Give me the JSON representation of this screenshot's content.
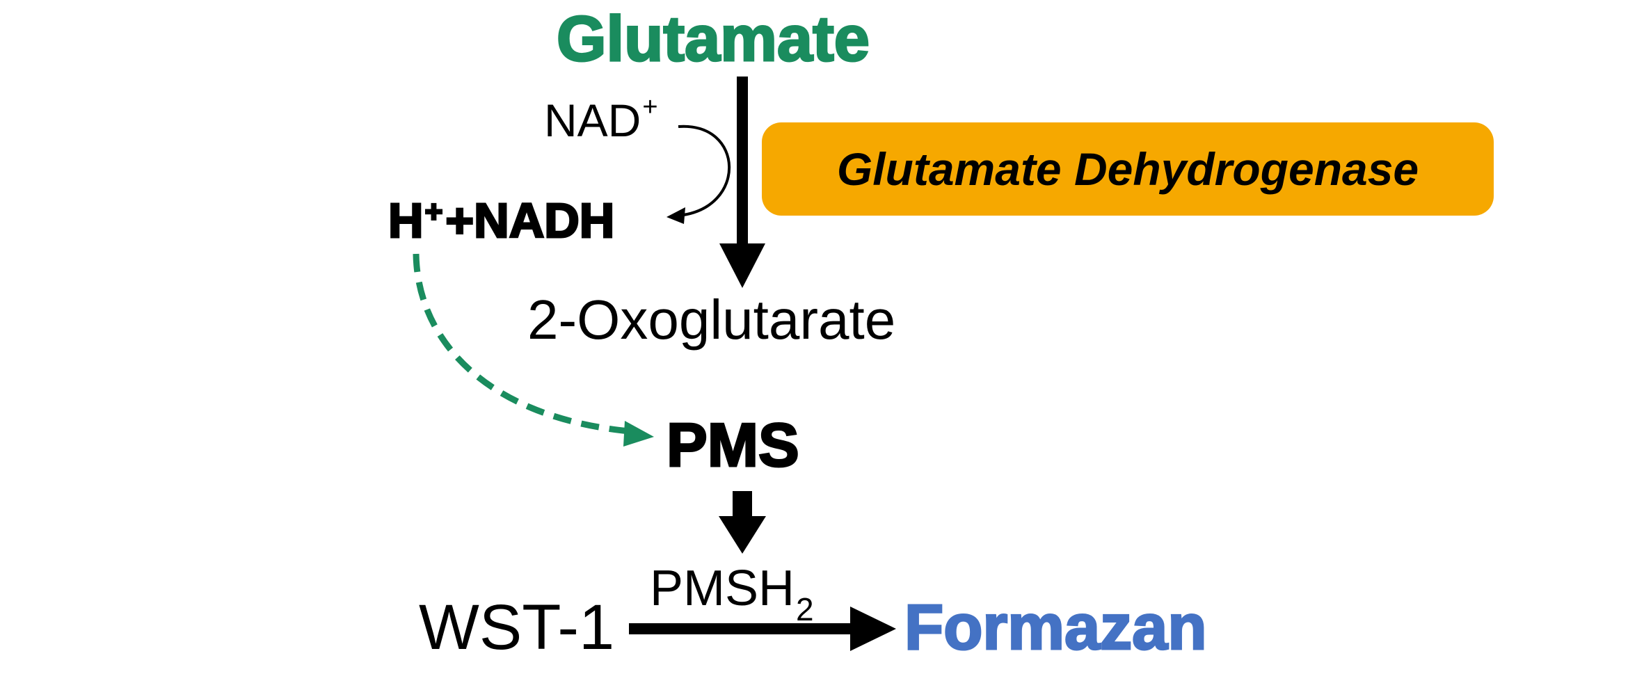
{
  "nodes": {
    "glutamate": "Glutamate",
    "nad": "NAD",
    "nad_sup": "+",
    "nadh_h": "H",
    "nadh_sup": "+",
    "nadh_rest": "+NADH",
    "oxoglutarate": "2-Oxoglutarate",
    "pms": "PMS",
    "pmsh_main": "PMSH",
    "pmsh_sub": "2",
    "wst": "WST-1",
    "formazan": "Formazan"
  },
  "enzyme": "Glutamate Dehydrogenase",
  "colors": {
    "glutamate": "#1a8c5e",
    "formazan": "#4472c4",
    "enzyme_box": "#f6a800",
    "dashed_arrow": "#1a8c5e"
  }
}
